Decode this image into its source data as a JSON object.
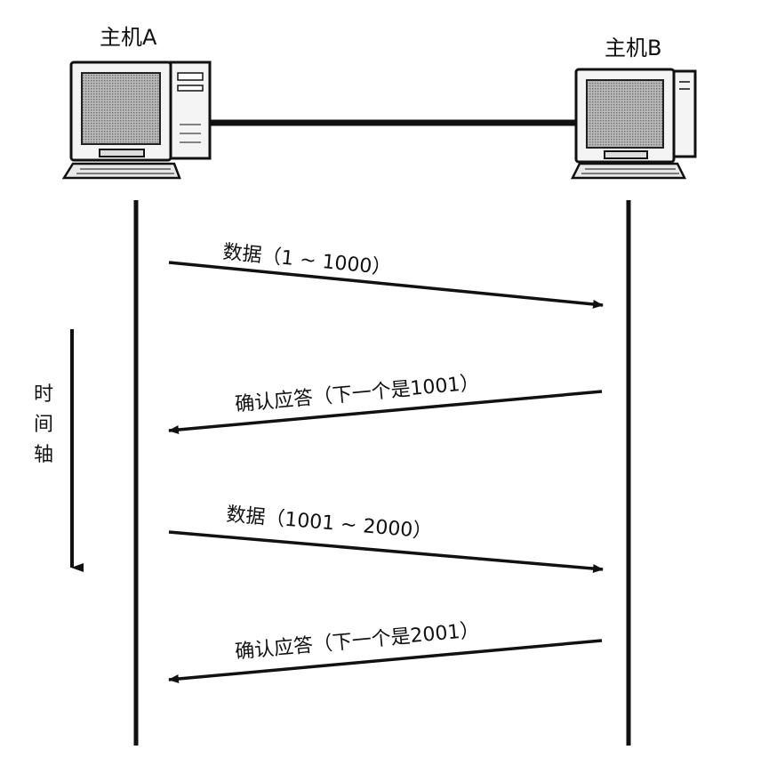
{
  "hosts": {
    "a": {
      "label": "主机A"
    },
    "b": {
      "label": "主机B"
    }
  },
  "time_axis": {
    "label_chars": [
      "时",
      "间",
      "轴"
    ]
  },
  "messages": [
    {
      "label": "数据（1 ~ 1000）",
      "direction": "a-to-b"
    },
    {
      "label": "确认应答（下一个是1001）",
      "direction": "b-to-a"
    },
    {
      "label": "数据（1001 ~ 2000）",
      "direction": "a-to-b"
    },
    {
      "label": "确认应答（下一个是2001）",
      "direction": "b-to-a"
    }
  ]
}
